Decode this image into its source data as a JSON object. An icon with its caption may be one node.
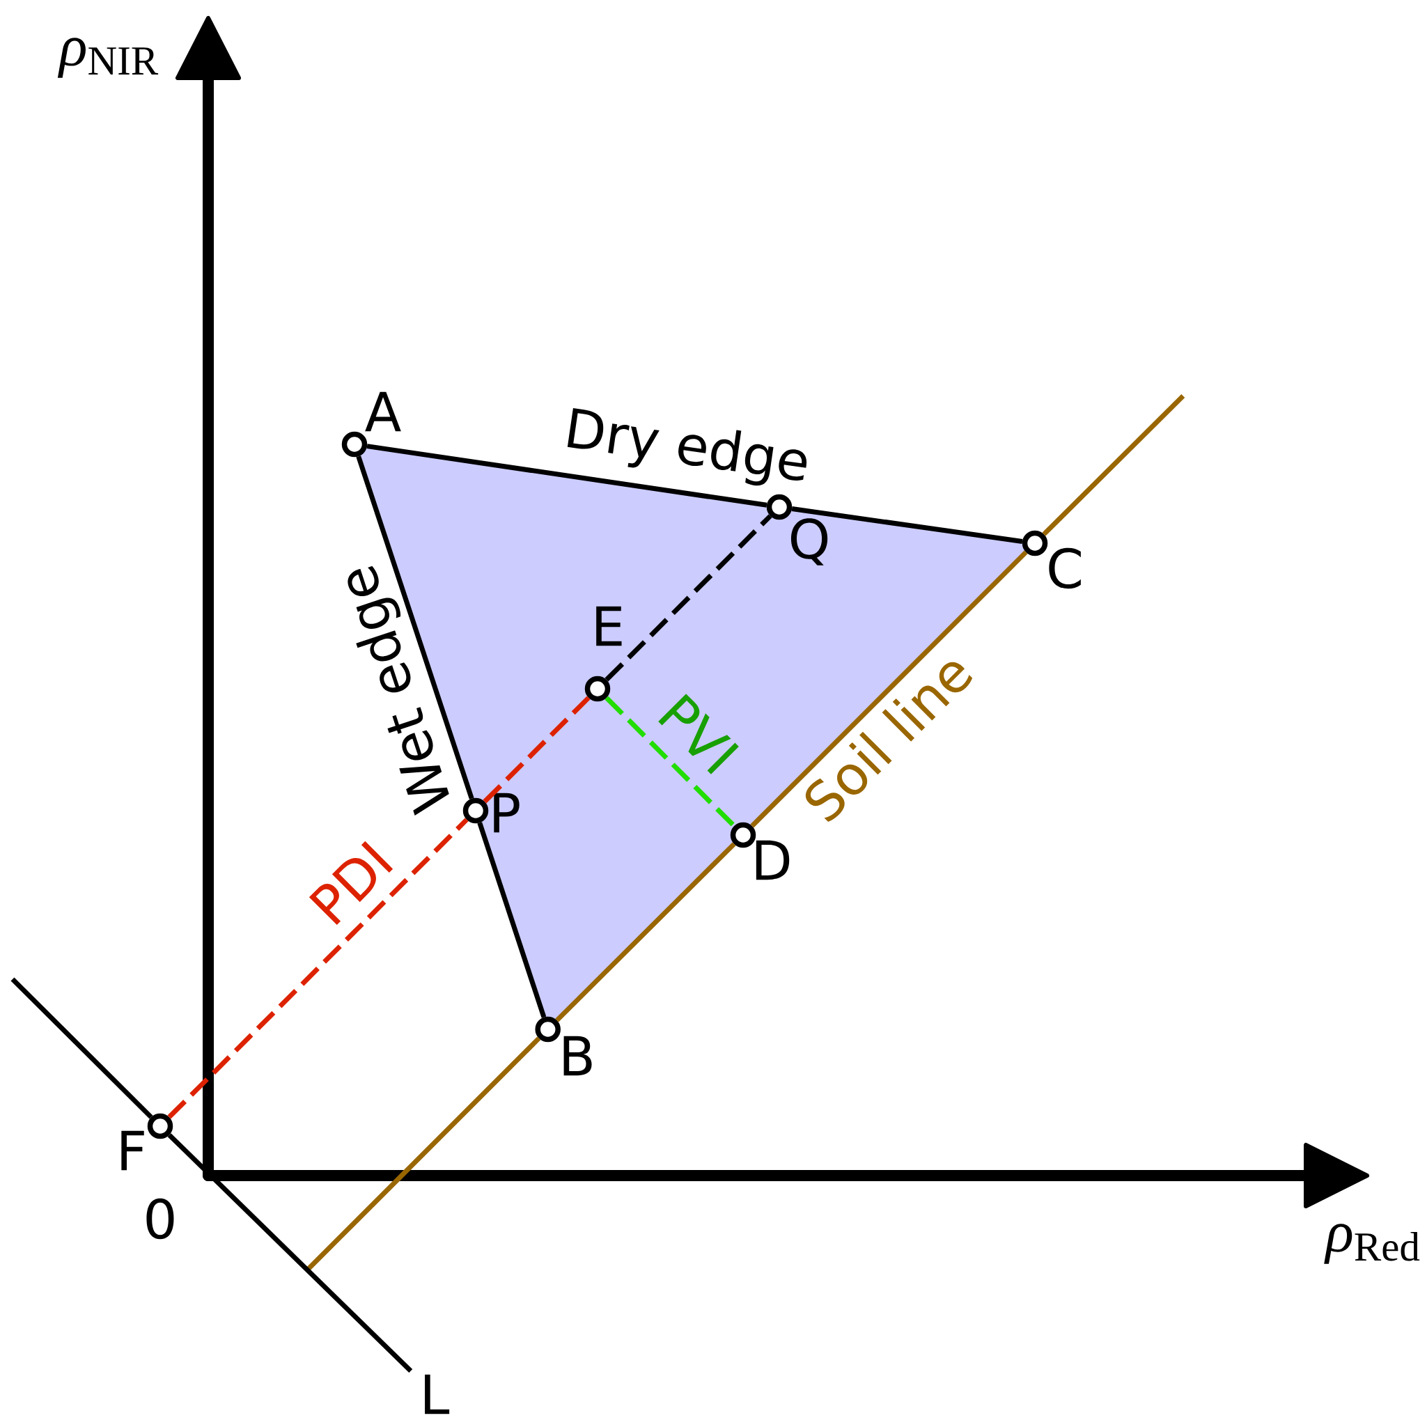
{
  "diagram": {
    "nodes": [
      {
        "text": [],
        "shape": "circle",
        "beside": [
          "A"
        ]
      },
      {
        "text": [],
        "shape": "circle",
        "beside": [
          "Q"
        ]
      },
      {
        "text": [],
        "shape": "circle",
        "beside": [
          "C"
        ]
      },
      {
        "text": [],
        "shape": "circle",
        "beside": [
          "E"
        ]
      },
      {
        "text": [],
        "shape": "circle",
        "beside": [
          "P"
        ]
      },
      {
        "text": [],
        "shape": "circle",
        "beside": [
          "D"
        ]
      },
      {
        "text": [],
        "shape": "circle",
        "beside": [
          "B"
        ]
      },
      {
        "text": [],
        "shape": "circle",
        "beside": [
          "F"
        ]
      },
      {
        "text": [
          "L"
        ]
      }
    ],
    "edges": [
      {
        "from": 0,
        "to": 1,
        "arrow": "none",
        "label": "Dry edge"
      },
      {
        "from": 1,
        "to": 2,
        "arrow": "none"
      },
      {
        "from": 0,
        "to": 4,
        "arrow": "none",
        "label": "Wet edge"
      },
      {
        "from": 4,
        "to": 6,
        "arrow": "none"
      },
      {
        "from": null,
        "to": 6,
        "arrow": "none",
        "color": "#996600"
      },
      {
        "from": 6,
        "to": 5,
        "arrow": "none",
        "color": "#996600"
      },
      {
        "from": 5,
        "to": 2,
        "arrow": "none",
        "label": "Soil line",
        "color": "#996600"
      },
      {
        "from": 2,
        "to": null,
        "arrow": "none",
        "color": "#996600"
      },
      {
        "from": 7,
        "to": 4,
        "arrow": "none",
        "label": "PDI",
        "style": "dashed",
        "color": "#dd2200"
      },
      {
        "from": 4,
        "to": 3,
        "arrow": "none",
        "style": "dashed",
        "color": "#dd2200"
      },
      {
        "from": 3,
        "to": 1,
        "arrow": "none",
        "style": "dashed"
      },
      {
        "from": 3,
        "to": 5,
        "arrow": "none",
        "label": "PVI",
        "style": "dashed",
        "color": "#22dd00"
      },
      {
        "from": null,
        "to": 7,
        "arrow": "none"
      },
      {
        "from": 7,
        "to": 8,
        "arrow": "none"
      }
    ],
    "labels": [
      "*ρ*$_{NIR}$",
      "0",
      "*ρ*$_{Red}$"
    ]
  }
}
